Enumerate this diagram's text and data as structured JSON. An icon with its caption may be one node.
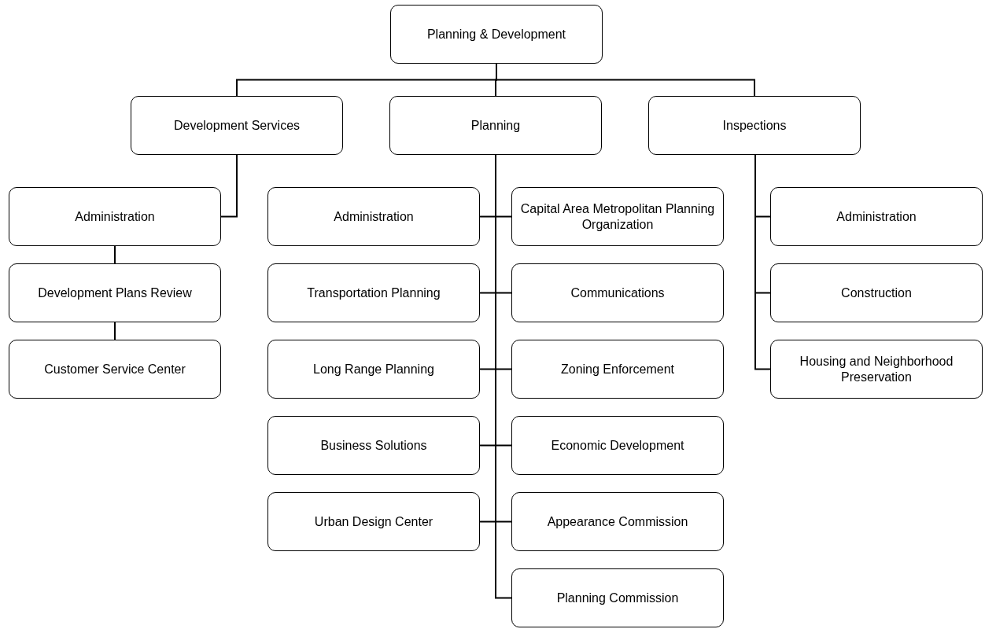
{
  "diagram": {
    "nodes": [
      {
        "text": [
          "Planning & Development"
        ]
      },
      {
        "text": [
          "Development Services"
        ]
      },
      {
        "text": [
          "Planning"
        ]
      },
      {
        "text": [
          "Inspections"
        ]
      },
      {
        "text": [
          "Administration"
        ]
      },
      {
        "text": [
          "Development Plans Review"
        ]
      },
      {
        "text": [
          "Customer Service Center"
        ]
      },
      {
        "text": [
          "Administration"
        ]
      },
      {
        "text": [
          "Capital Area Metropolitan Planning Organization"
        ]
      },
      {
        "text": [
          "Transportation Planning"
        ]
      },
      {
        "text": [
          "Communications"
        ]
      },
      {
        "text": [
          "Long Range Planning"
        ]
      },
      {
        "text": [
          "Zoning Enforcement"
        ]
      },
      {
        "text": [
          "Business Solutions"
        ]
      },
      {
        "text": [
          "Economic Development"
        ]
      },
      {
        "text": [
          "Urban Design Center"
        ]
      },
      {
        "text": [
          "Appearance Commission"
        ]
      },
      {
        "text": [
          "Planning Commission"
        ]
      },
      {
        "text": [
          "Administration"
        ]
      },
      {
        "text": [
          "Construction"
        ]
      },
      {
        "text": [
          "Housing and Neighborhood Preservation"
        ]
      }
    ],
    "edges": [
      {
        "from": 0,
        "to": 1,
        "arrow": "none"
      },
      {
        "from": 0,
        "to": 2,
        "arrow": "none"
      },
      {
        "from": 0,
        "to": 3,
        "arrow": "none"
      },
      {
        "from": 1,
        "to": 4,
        "arrow": "none"
      },
      {
        "from": 4,
        "to": 5,
        "arrow": "none"
      },
      {
        "from": 5,
        "to": 6,
        "arrow": "none"
      },
      {
        "from": 2,
        "to": 7,
        "arrow": "none"
      },
      {
        "from": 2,
        "to": 8,
        "arrow": "none"
      },
      {
        "from": 2,
        "to": 9,
        "arrow": "none"
      },
      {
        "from": 2,
        "to": 10,
        "arrow": "none"
      },
      {
        "from": 2,
        "to": 11,
        "arrow": "none"
      },
      {
        "from": 2,
        "to": 12,
        "arrow": "none"
      },
      {
        "from": 2,
        "to": 13,
        "arrow": "none"
      },
      {
        "from": 2,
        "to": 14,
        "arrow": "none"
      },
      {
        "from": 2,
        "to": 15,
        "arrow": "none"
      },
      {
        "from": 2,
        "to": 16,
        "arrow": "none"
      },
      {
        "from": 2,
        "to": 17,
        "arrow": "none"
      },
      {
        "from": 3,
        "to": 18,
        "arrow": "none"
      },
      {
        "from": 3,
        "to": 19,
        "arrow": "none"
      },
      {
        "from": 3,
        "to": 20,
        "arrow": "none"
      }
    ]
  }
}
